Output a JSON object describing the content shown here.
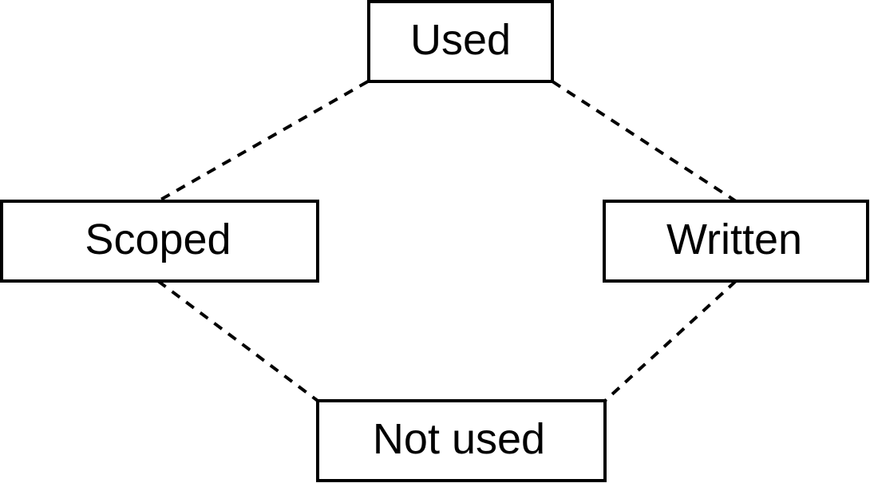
{
  "nodes": {
    "used": {
      "label": "Used"
    },
    "scoped": {
      "label": "Scoped"
    },
    "written": {
      "label": "Written"
    },
    "not_used": {
      "label": "Not used"
    }
  },
  "edges": [
    {
      "from": "used",
      "to": "scoped",
      "style": "dashed"
    },
    {
      "from": "used",
      "to": "written",
      "style": "dashed"
    },
    {
      "from": "scoped",
      "to": "not_used",
      "style": "dashed"
    },
    {
      "from": "written",
      "to": "not_used",
      "style": "dashed"
    }
  ],
  "colors": {
    "stroke": "#000000",
    "fill": "#ffffff",
    "text": "#000000"
  }
}
